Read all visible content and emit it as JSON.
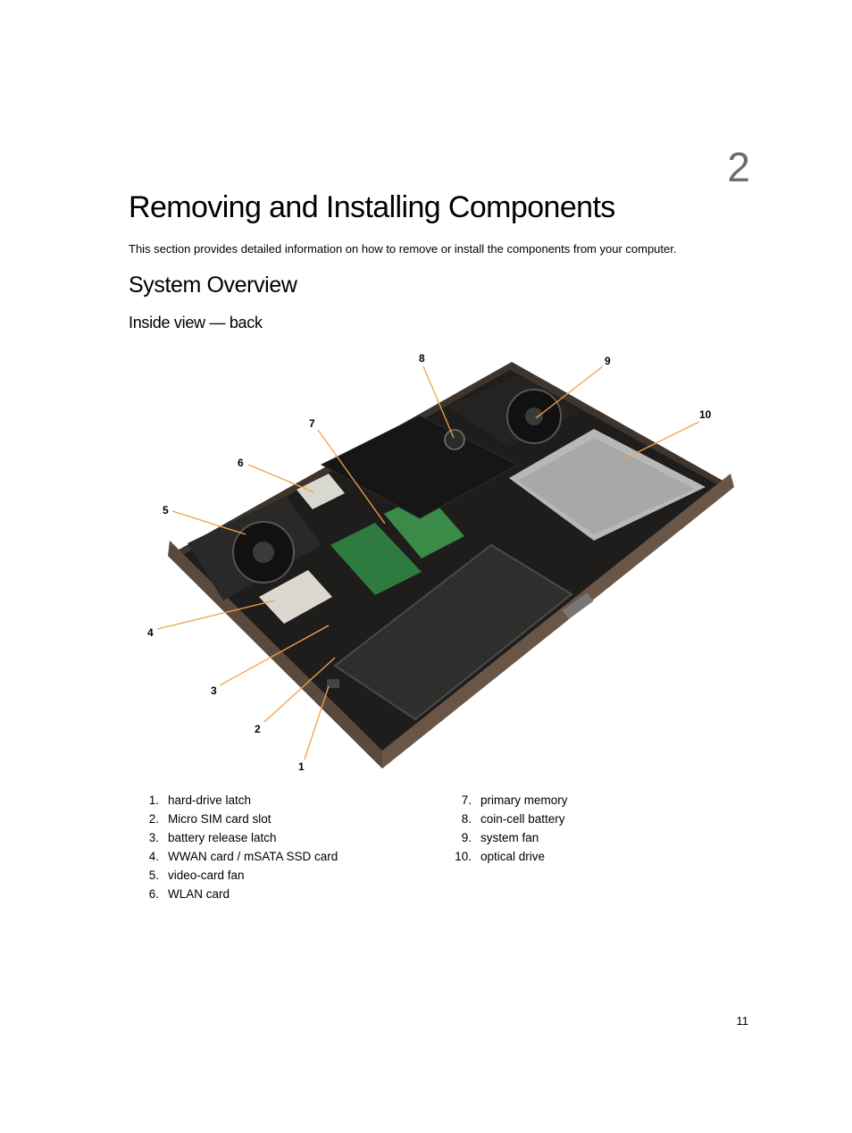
{
  "chapter_number": "2",
  "title": "Removing and Installing Components",
  "intro": "This section provides detailed information on how to remove or install the components from your computer.",
  "section_title": "System Overview",
  "subsection_title": "Inside view — back",
  "callouts": [
    "1",
    "2",
    "3",
    "4",
    "5",
    "6",
    "7",
    "8",
    "9",
    "10"
  ],
  "components_left": [
    {
      "num": "1.",
      "label": "hard-drive latch"
    },
    {
      "num": "2.",
      "label": "Micro SIM card slot"
    },
    {
      "num": "3.",
      "label": "battery release latch"
    },
    {
      "num": "4.",
      "label": "WWAN card / mSATA SSD card"
    },
    {
      "num": "5.",
      "label": "video-card fan"
    },
    {
      "num": "6.",
      "label": "WLAN card"
    }
  ],
  "components_right": [
    {
      "num": "7.",
      "label": "primary memory"
    },
    {
      "num": "8.",
      "label": "coin-cell battery"
    },
    {
      "num": "9.",
      "label": "system fan"
    },
    {
      "num": "10.",
      "label": "optical drive"
    }
  ],
  "page_number": "11"
}
